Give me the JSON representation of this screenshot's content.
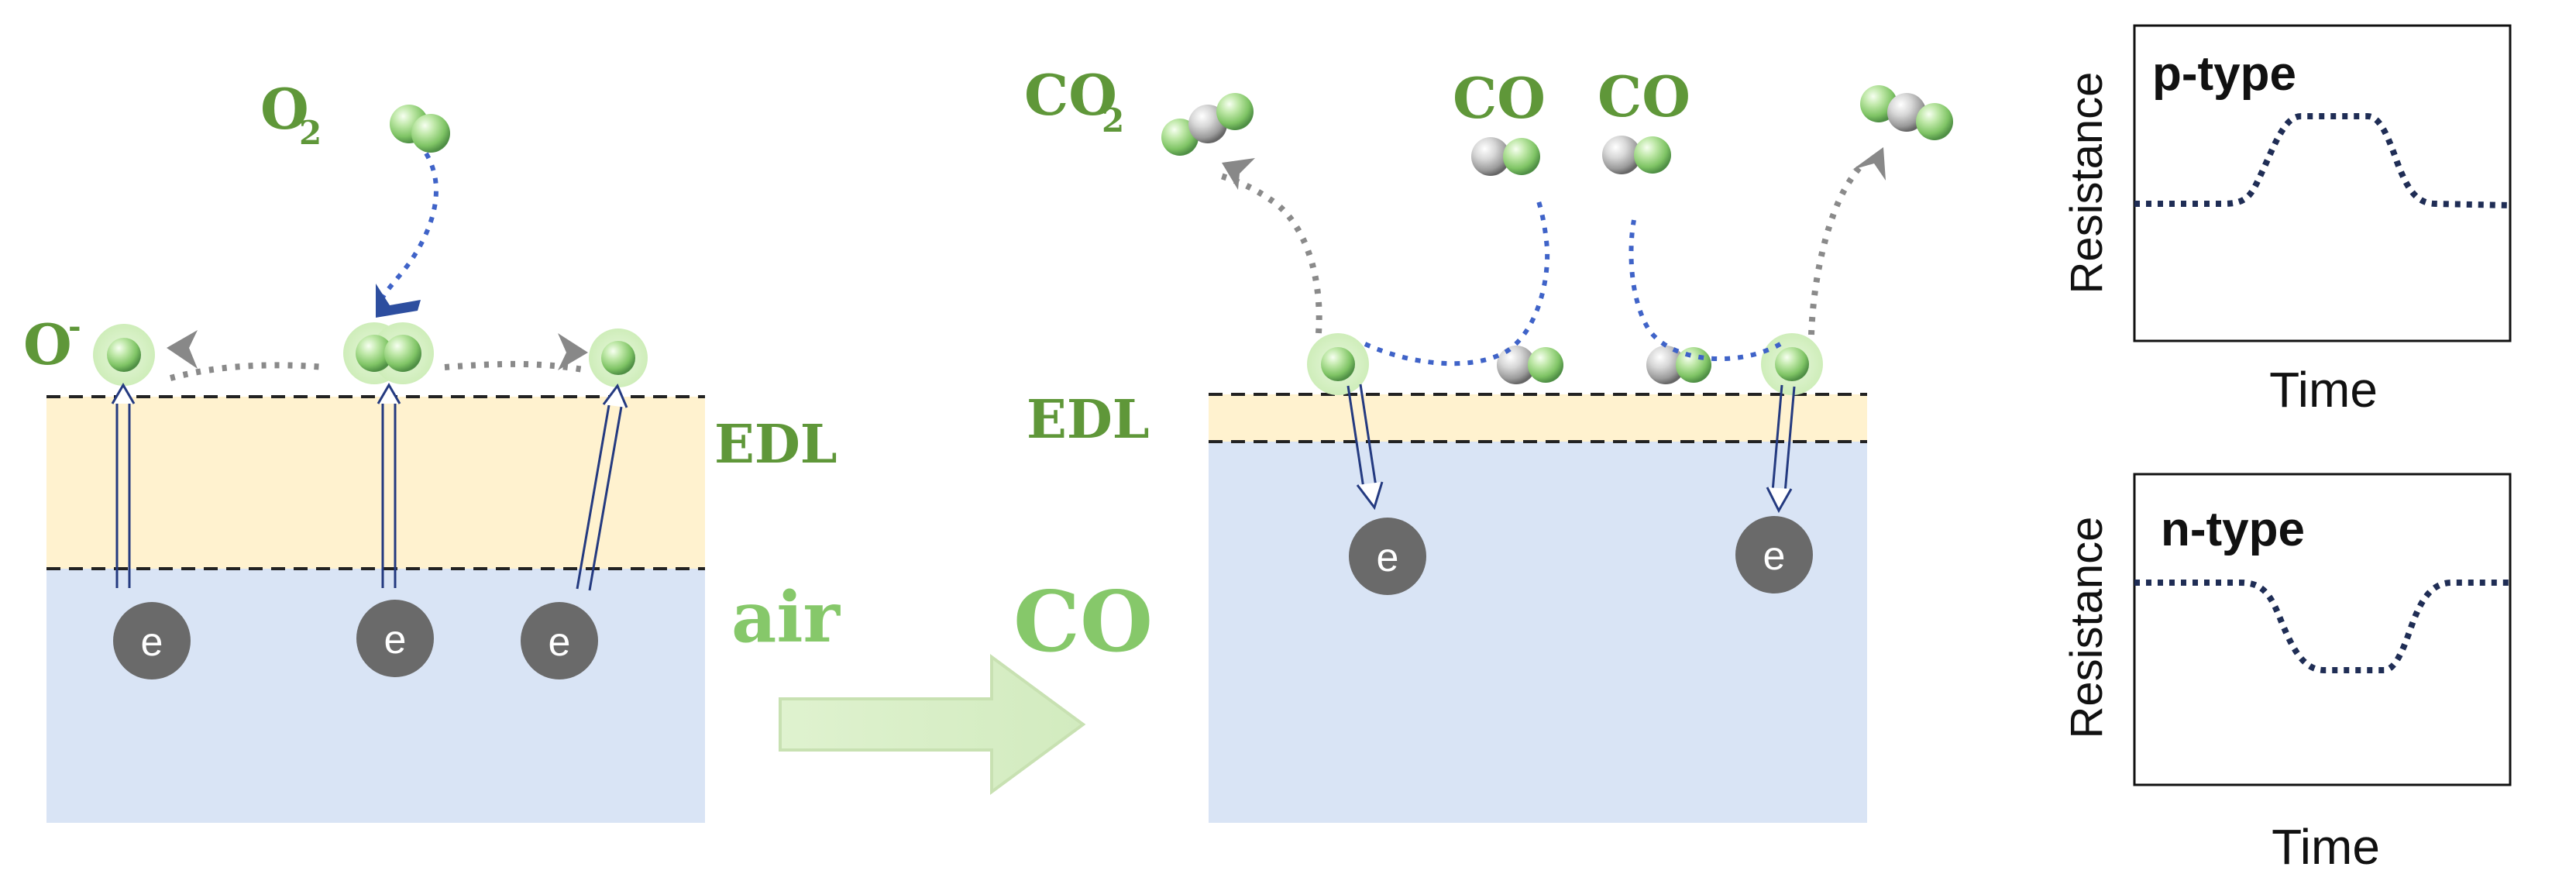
{
  "labels": {
    "o2": "O",
    "o2_sub": "2",
    "o_minus": "O",
    "o_minus_sup": "-",
    "edl_left": "EDL",
    "air": "air",
    "co2": "CO",
    "co2_sub": "2",
    "co_left": "CO",
    "co_right": "CO",
    "edl_right": "EDL",
    "co_process": "CO"
  },
  "electrons": {
    "label": "e"
  },
  "plots": {
    "top": {
      "title": "p-type",
      "xlabel": "Time",
      "ylabel": "Resistance",
      "response_direction": "increase"
    },
    "bottom": {
      "title": "n-type",
      "xlabel": "Time",
      "ylabel": "Resistance",
      "response_direction": "decrease"
    }
  },
  "colors": {
    "edl_layer": "#fff2cf",
    "substrate": "#d9e4f5",
    "text_green": "#5f9739",
    "text_light_green": "#86c86a",
    "blue_path": "#3f63c8",
    "gray_path": "#8a8a8a",
    "electron": "#6a6a6a",
    "plot_line": "#1f2d55"
  }
}
